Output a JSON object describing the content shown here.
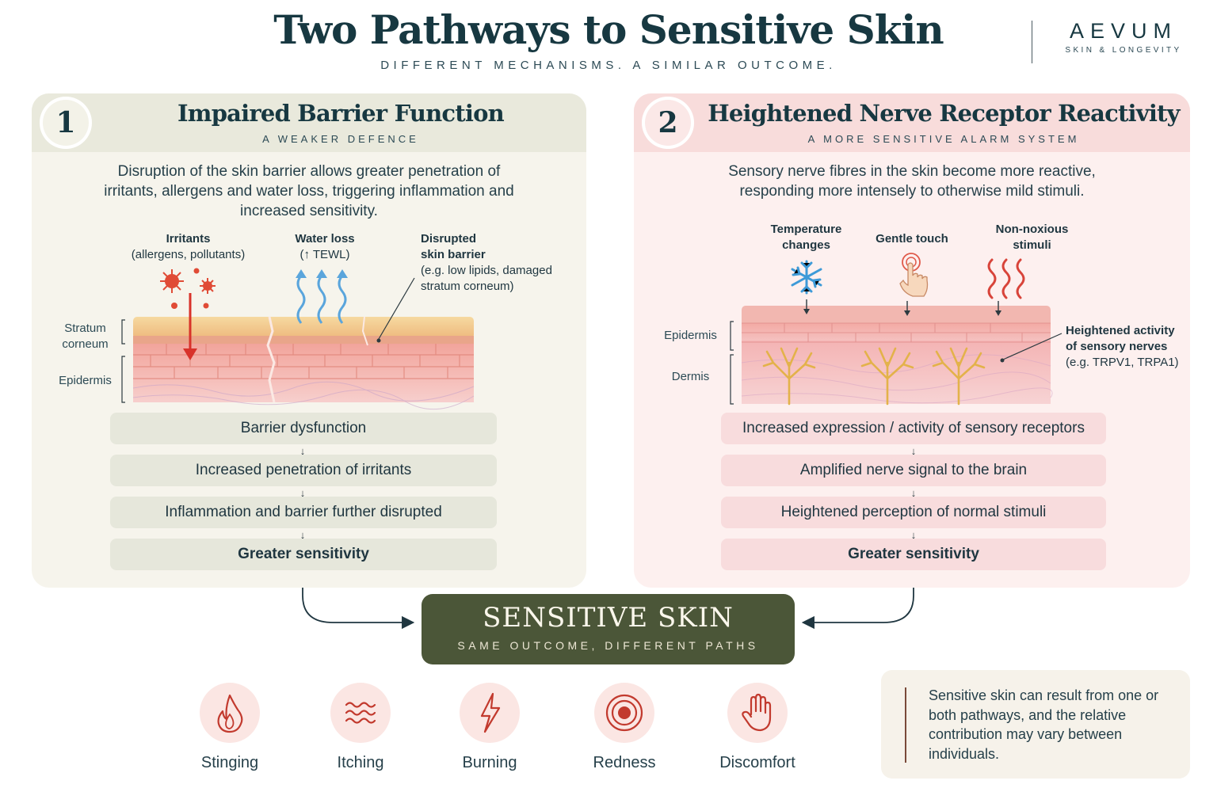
{
  "header": {
    "title": "Two Pathways to Sensitive Skin",
    "subtitle": "DIFFERENT MECHANISMS. A SIMILAR OUTCOME.",
    "brand": {
      "name": "AEVUM",
      "tagline": "SKIN & LONGEVITY"
    }
  },
  "pathway1": {
    "number": "1",
    "title": "Impaired Barrier Function",
    "subtitle": "A WEAKER DEFENCE",
    "description": "Disruption of the skin barrier allows greater penetration of irritants, allergens and water loss, triggering inflammation and increased sensitivity.",
    "labels": {
      "irritants": "Irritants",
      "irritants_detail": "(allergens, pollutants)",
      "water_loss": "Water loss",
      "water_loss_detail": "(↑ TEWL)",
      "disrupted": "Disrupted",
      "disrupted_2": "skin barrier",
      "disrupted_detail": "(e.g. low lipids, damaged",
      "disrupted_detail_2": "stratum corneum)",
      "stratum": "Stratum",
      "stratum_2": "corneum",
      "epidermis": "Epidermis"
    },
    "steps": [
      "Barrier dysfunction",
      "Increased penetration of irritants",
      "Inflammation and barrier further disrupted",
      "Greater sensitivity"
    ]
  },
  "pathway2": {
    "number": "2",
    "title": "Heightened Nerve Receptor Reactivity",
    "subtitle": "A MORE SENSITIVE ALARM SYSTEM",
    "description": "Sensory nerve fibres in the skin become more reactive, responding more intensely to otherwise mild stimuli.",
    "labels": {
      "temperature": "Temperature",
      "temperature_2": "changes",
      "touch": "Gentle touch",
      "nonnoxious": "Non-noxious",
      "nonnoxious_2": "stimuli",
      "epidermis": "Epidermis",
      "dermis": "Dermis",
      "heightened": "Heightened activity",
      "heightened_2": "of sensory nerves",
      "heightened_detail": "(e.g. TRPV1, TRPA1)"
    },
    "steps": [
      "Increased expression / activity of sensory receptors",
      "Amplified nerve signal to the brain",
      "Heightened perception of normal stimuli",
      "Greater sensitivity"
    ]
  },
  "outcome": {
    "title": "SENSITIVE SKIN",
    "subtitle": "SAME OUTCOME, DIFFERENT PATHS"
  },
  "symptoms": [
    {
      "label": "Stinging",
      "icon": "flame-icon"
    },
    {
      "label": "Itching",
      "icon": "waves-icon"
    },
    {
      "label": "Burning",
      "icon": "lightning-icon"
    },
    {
      "label": "Redness",
      "icon": "target-icon"
    },
    {
      "label": "Discomfort",
      "icon": "hand-icon"
    }
  ],
  "note": "Sensitive skin can result from one or both pathways, and the relative contribution may vary between individuals.",
  "colors": {
    "dark_teal": "#173841",
    "olive": "#4b5638",
    "rose": "#fdf0ef",
    "beige": "#f6f4ec",
    "accent_red": "#c23a2e"
  }
}
